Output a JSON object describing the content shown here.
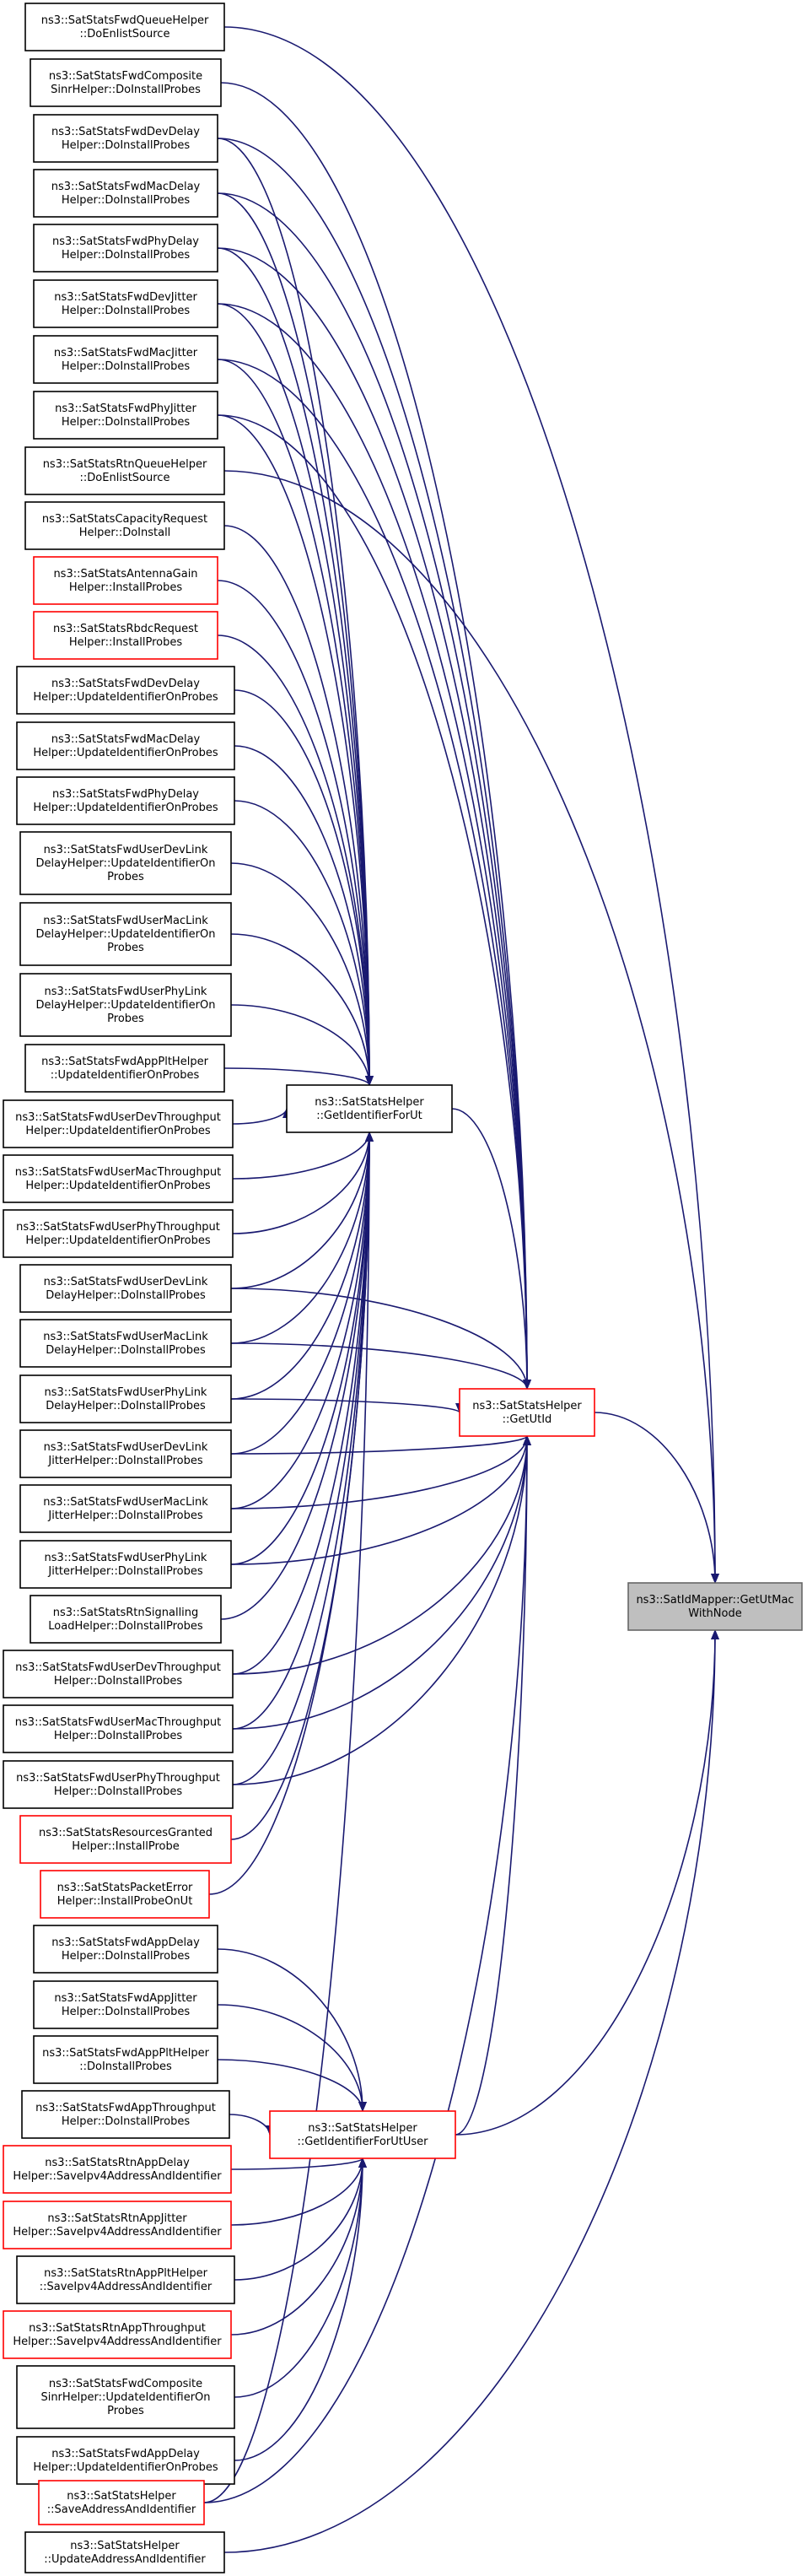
{
  "colors": {
    "edge": "#191970",
    "border_default": "#000000",
    "border_truncated": "#ff0000",
    "border_root": "#666666",
    "root_fill": "#bfbfbf"
  },
  "nodes": [
    {
      "id": "n1",
      "lines": [
        "ns3::SatStatsFwdQueueHelper",
        "::DoEnlistSource"
      ],
      "border": "default"
    },
    {
      "id": "n2",
      "lines": [
        "ns3::SatStatsFwdComposite",
        "SinrHelper::DoInstallProbes"
      ],
      "border": "default"
    },
    {
      "id": "n3",
      "lines": [
        "ns3::SatStatsFwdDevDelay",
        "Helper::DoInstallProbes"
      ],
      "border": "default"
    },
    {
      "id": "n4",
      "lines": [
        "ns3::SatStatsFwdMacDelay",
        "Helper::DoInstallProbes"
      ],
      "border": "default"
    },
    {
      "id": "n5",
      "lines": [
        "ns3::SatStatsFwdPhyDelay",
        "Helper::DoInstallProbes"
      ],
      "border": "default"
    },
    {
      "id": "n6",
      "lines": [
        "ns3::SatStatsFwdDevJitter",
        "Helper::DoInstallProbes"
      ],
      "border": "default"
    },
    {
      "id": "n7",
      "lines": [
        "ns3::SatStatsFwdMacJitter",
        "Helper::DoInstallProbes"
      ],
      "border": "default"
    },
    {
      "id": "n8",
      "lines": [
        "ns3::SatStatsFwdPhyJitter",
        "Helper::DoInstallProbes"
      ],
      "border": "default"
    },
    {
      "id": "n9",
      "lines": [
        "ns3::SatStatsRtnQueueHelper",
        "::DoEnlistSource"
      ],
      "border": "default"
    },
    {
      "id": "n10",
      "lines": [
        "ns3::SatStatsCapacityRequest",
        "Helper::DoInstall"
      ],
      "border": "default"
    },
    {
      "id": "n11",
      "lines": [
        "ns3::SatStatsAntennaGain",
        "Helper::InstallProbes"
      ],
      "border": "truncated"
    },
    {
      "id": "n12",
      "lines": [
        "ns3::SatStatsRbdcRequest",
        "Helper::InstallProbes"
      ],
      "border": "truncated"
    },
    {
      "id": "n13",
      "lines": [
        "ns3::SatStatsFwdDevDelay",
        "Helper::UpdateIdentifierOnProbes"
      ],
      "border": "default"
    },
    {
      "id": "n14",
      "lines": [
        "ns3::SatStatsFwdMacDelay",
        "Helper::UpdateIdentifierOnProbes"
      ],
      "border": "default"
    },
    {
      "id": "n15",
      "lines": [
        "ns3::SatStatsFwdPhyDelay",
        "Helper::UpdateIdentifierOnProbes"
      ],
      "border": "default"
    },
    {
      "id": "n16",
      "lines": [
        "ns3::SatStatsFwdUserDevLink",
        "DelayHelper::UpdateIdentifierOn",
        "Probes"
      ],
      "border": "default"
    },
    {
      "id": "n17",
      "lines": [
        "ns3::SatStatsFwdUserMacLink",
        "DelayHelper::UpdateIdentifierOn",
        "Probes"
      ],
      "border": "default"
    },
    {
      "id": "n18",
      "lines": [
        "ns3::SatStatsFwdUserPhyLink",
        "DelayHelper::UpdateIdentifierOn",
        "Probes"
      ],
      "border": "default"
    },
    {
      "id": "n19",
      "lines": [
        "ns3::SatStatsFwdAppPltHelper",
        "::UpdateIdentifierOnProbes"
      ],
      "border": "default"
    },
    {
      "id": "n20",
      "lines": [
        "ns3::SatStatsFwdUserDevThroughput",
        "Helper::UpdateIdentifierOnProbes"
      ],
      "border": "default"
    },
    {
      "id": "n21",
      "lines": [
        "ns3::SatStatsFwdUserMacThroughput",
        "Helper::UpdateIdentifierOnProbes"
      ],
      "border": "default"
    },
    {
      "id": "n22",
      "lines": [
        "ns3::SatStatsFwdUserPhyThroughput",
        "Helper::UpdateIdentifierOnProbes"
      ],
      "border": "default"
    },
    {
      "id": "n23",
      "lines": [
        "ns3::SatStatsFwdUserDevLink",
        "DelayHelper::DoInstallProbes"
      ],
      "border": "default"
    },
    {
      "id": "n24",
      "lines": [
        "ns3::SatStatsFwdUserMacLink",
        "DelayHelper::DoInstallProbes"
      ],
      "border": "default"
    },
    {
      "id": "n25",
      "lines": [
        "ns3::SatStatsFwdUserPhyLink",
        "DelayHelper::DoInstallProbes"
      ],
      "border": "default"
    },
    {
      "id": "n26",
      "lines": [
        "ns3::SatStatsFwdUserDevLink",
        "JitterHelper::DoInstallProbes"
      ],
      "border": "default"
    },
    {
      "id": "n27",
      "lines": [
        "ns3::SatStatsFwdUserMacLink",
        "JitterHelper::DoInstallProbes"
      ],
      "border": "default"
    },
    {
      "id": "n28",
      "lines": [
        "ns3::SatStatsFwdUserPhyLink",
        "JitterHelper::DoInstallProbes"
      ],
      "border": "default"
    },
    {
      "id": "n29",
      "lines": [
        "ns3::SatStatsRtnSignalling",
        "LoadHelper::DoInstallProbes"
      ],
      "border": "default"
    },
    {
      "id": "n30",
      "lines": [
        "ns3::SatStatsFwdUserDevThroughput",
        "Helper::DoInstallProbes"
      ],
      "border": "default"
    },
    {
      "id": "n31",
      "lines": [
        "ns3::SatStatsFwdUserMacThroughput",
        "Helper::DoInstallProbes"
      ],
      "border": "default"
    },
    {
      "id": "n32",
      "lines": [
        "ns3::SatStatsFwdUserPhyThroughput",
        "Helper::DoInstallProbes"
      ],
      "border": "default"
    },
    {
      "id": "n33",
      "lines": [
        "ns3::SatStatsResourcesGranted",
        "Helper::InstallProbe"
      ],
      "border": "truncated"
    },
    {
      "id": "n34",
      "lines": [
        "ns3::SatStatsPacketError",
        "Helper::InstallProbeOnUt"
      ],
      "border": "truncated"
    },
    {
      "id": "n35",
      "lines": [
        "ns3::SatStatsFwdAppDelay",
        "Helper::DoInstallProbes"
      ],
      "border": "default"
    },
    {
      "id": "n36",
      "lines": [
        "ns3::SatStatsFwdAppJitter",
        "Helper::DoInstallProbes"
      ],
      "border": "default"
    },
    {
      "id": "n37",
      "lines": [
        "ns3::SatStatsFwdAppPltHelper",
        "::DoInstallProbes"
      ],
      "border": "default"
    },
    {
      "id": "n38",
      "lines": [
        "ns3::SatStatsFwdAppThroughput",
        "Helper::DoInstallProbes"
      ],
      "border": "default"
    },
    {
      "id": "n39",
      "lines": [
        "ns3::SatStatsRtnAppDelay",
        "Helper::SaveIpv4AddressAndIdentifier"
      ],
      "border": "truncated"
    },
    {
      "id": "n40",
      "lines": [
        "ns3::SatStatsRtnAppJitter",
        "Helper::SaveIpv4AddressAndIdentifier"
      ],
      "border": "truncated"
    },
    {
      "id": "n41",
      "lines": [
        "ns3::SatStatsRtnAppPltHelper",
        "::SaveIpv4AddressAndIdentifier"
      ],
      "border": "default"
    },
    {
      "id": "n42",
      "lines": [
        "ns3::SatStatsRtnAppThroughput",
        "Helper::SaveIpv4AddressAndIdentifier"
      ],
      "border": "truncated"
    },
    {
      "id": "n43",
      "lines": [
        "ns3::SatStatsFwdComposite",
        "SinrHelper::UpdateIdentifierOn",
        "Probes"
      ],
      "border": "default"
    },
    {
      "id": "n44",
      "lines": [
        "ns3::SatStatsFwdAppDelay",
        "Helper::UpdateIdentifierOnProbes"
      ],
      "border": "default"
    },
    {
      "id": "n45",
      "lines": [
        "ns3::SatStatsHelper",
        "::SaveAddressAndIdentifier"
      ],
      "border": "truncated"
    },
    {
      "id": "n46",
      "lines": [
        "ns3::SatStatsHelper",
        "::UpdateAddressAndIdentifier"
      ],
      "border": "default"
    },
    {
      "id": "h1",
      "lines": [
        "ns3::SatStatsHelper",
        "::GetIdentifierForUt"
      ],
      "border": "default"
    },
    {
      "id": "h2",
      "lines": [
        "ns3::SatStatsHelper",
        "::GetUtId"
      ],
      "border": "truncated"
    },
    {
      "id": "h3",
      "lines": [
        "ns3::SatStatsHelper",
        "::GetIdentifierForUtUser"
      ],
      "border": "truncated"
    },
    {
      "id": "root",
      "lines": [
        "ns3::SatIdMapper::GetUtMac",
        "WithNode"
      ],
      "border": "root"
    }
  ],
  "edges": [
    [
      "n1",
      "root"
    ],
    [
      "n2",
      "h2"
    ],
    [
      "n3",
      "h1"
    ],
    [
      "n3",
      "h2"
    ],
    [
      "n4",
      "h1"
    ],
    [
      "n4",
      "h2"
    ],
    [
      "n5",
      "h1"
    ],
    [
      "n5",
      "h2"
    ],
    [
      "n6",
      "h1"
    ],
    [
      "n6",
      "h2"
    ],
    [
      "n7",
      "h1"
    ],
    [
      "n7",
      "h2"
    ],
    [
      "n8",
      "h1"
    ],
    [
      "n8",
      "h2"
    ],
    [
      "n9",
      "root"
    ],
    [
      "n10",
      "h1"
    ],
    [
      "n11",
      "h1"
    ],
    [
      "n12",
      "h1"
    ],
    [
      "n13",
      "h1"
    ],
    [
      "n14",
      "h1"
    ],
    [
      "n15",
      "h1"
    ],
    [
      "n16",
      "h1"
    ],
    [
      "n17",
      "h1"
    ],
    [
      "n18",
      "h1"
    ],
    [
      "n19",
      "h1"
    ],
    [
      "n20",
      "h1"
    ],
    [
      "n21",
      "h1"
    ],
    [
      "n22",
      "h1"
    ],
    [
      "n23",
      "h1"
    ],
    [
      "n23",
      "h2"
    ],
    [
      "n24",
      "h1"
    ],
    [
      "n24",
      "h2"
    ],
    [
      "n25",
      "h1"
    ],
    [
      "n25",
      "h2"
    ],
    [
      "n26",
      "h1"
    ],
    [
      "n26",
      "h2"
    ],
    [
      "n27",
      "h1"
    ],
    [
      "n27",
      "h2"
    ],
    [
      "n28",
      "h1"
    ],
    [
      "n28",
      "h2"
    ],
    [
      "n29",
      "h1"
    ],
    [
      "n30",
      "h1"
    ],
    [
      "n30",
      "h2"
    ],
    [
      "n31",
      "h1"
    ],
    [
      "n31",
      "h2"
    ],
    [
      "n32",
      "h1"
    ],
    [
      "n32",
      "h2"
    ],
    [
      "n33",
      "h1"
    ],
    [
      "n34",
      "h1"
    ],
    [
      "n35",
      "h3"
    ],
    [
      "n36",
      "h3"
    ],
    [
      "n37",
      "h3"
    ],
    [
      "n38",
      "h3"
    ],
    [
      "n39",
      "h3"
    ],
    [
      "n40",
      "h3"
    ],
    [
      "n41",
      "h3"
    ],
    [
      "n42",
      "h3"
    ],
    [
      "n43",
      "h3"
    ],
    [
      "n44",
      "h3"
    ],
    [
      "n45",
      "h1"
    ],
    [
      "n45",
      "h2"
    ],
    [
      "n46",
      "root"
    ],
    [
      "h1",
      "h2"
    ],
    [
      "h2",
      "root"
    ],
    [
      "h3",
      "h2"
    ],
    [
      "h3",
      "root"
    ]
  ]
}
